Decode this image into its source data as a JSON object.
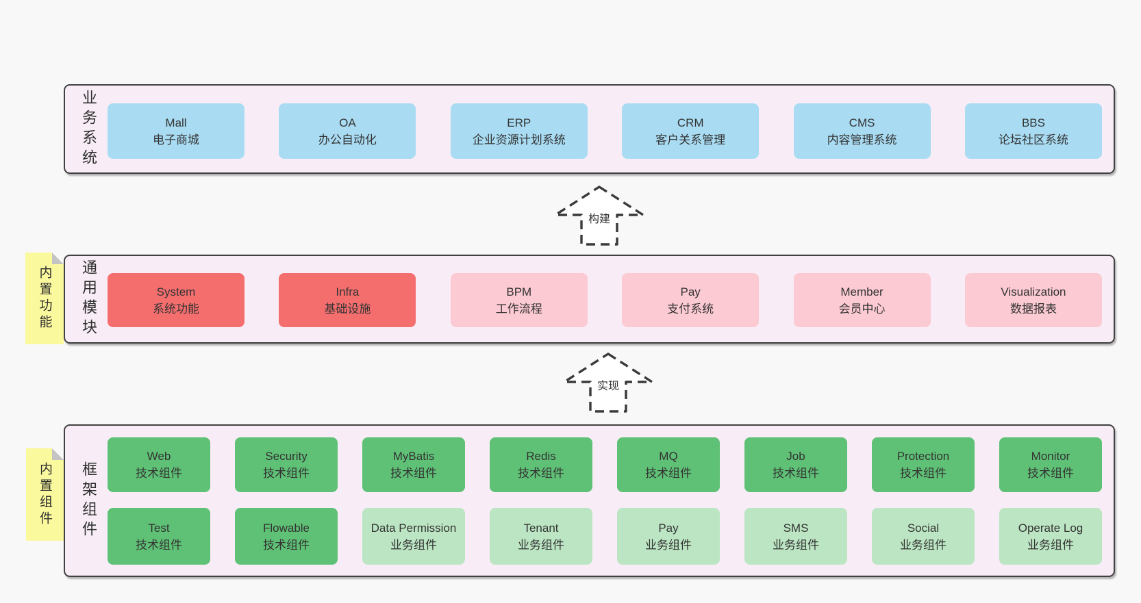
{
  "colors": {
    "page_bg": "#f8f8f8",
    "container_bg": "#f8edf6",
    "container_border": "#404040",
    "box_blue": "#a9dcf3",
    "box_red": "#f56e6e",
    "box_pink": "#fccad3",
    "box_green_dark": "#5fc176",
    "box_green_light": "#bce6c3",
    "sticky_yellow": "#fbf99e",
    "sticky_fold_gray": "#c4c4c4",
    "text": "#333333"
  },
  "arrows": [
    {
      "label": "构建"
    },
    {
      "label": "实现"
    }
  ],
  "layers": [
    {
      "label": "业务系统",
      "boxes": [
        {
          "title": "Mall",
          "subtitle": "电子商城"
        },
        {
          "title": "OA",
          "subtitle": "办公自动化"
        },
        {
          "title": "ERP",
          "subtitle": "企业资源计划系统"
        },
        {
          "title": "CRM",
          "subtitle": "客户关系管理"
        },
        {
          "title": "CMS",
          "subtitle": "内容管理系统"
        },
        {
          "title": "BBS",
          "subtitle": "论坛社区系统"
        }
      ]
    },
    {
      "label": "通用模块",
      "sticky": "内置功能",
      "boxes": [
        {
          "title": "System",
          "subtitle": "系统功能"
        },
        {
          "title": "Infra",
          "subtitle": "基础设施"
        },
        {
          "title": "BPM",
          "subtitle": "工作流程"
        },
        {
          "title": "Pay",
          "subtitle": "支付系统"
        },
        {
          "title": "Member",
          "subtitle": "会员中心"
        },
        {
          "title": "Visualization",
          "subtitle": "数据报表"
        }
      ]
    },
    {
      "label": "框架组件",
      "sticky": "内置组件",
      "rows": [
        [
          {
            "title": "Web",
            "subtitle": "技术组件"
          },
          {
            "title": "Security",
            "subtitle": "技术组件"
          },
          {
            "title": "MyBatis",
            "subtitle": "技术组件"
          },
          {
            "title": "Redis",
            "subtitle": "技术组件"
          },
          {
            "title": "MQ",
            "subtitle": "技术组件"
          },
          {
            "title": "Job",
            "subtitle": "技术组件"
          },
          {
            "title": "Protection",
            "subtitle": "技术组件"
          },
          {
            "title": "Monitor",
            "subtitle": "技术组件"
          }
        ],
        [
          {
            "title": "Test",
            "subtitle": "技术组件"
          },
          {
            "title": "Flowable",
            "subtitle": "技术组件"
          },
          {
            "title": "Data Permission",
            "subtitle": "业务组件"
          },
          {
            "title": "Tenant",
            "subtitle": "业务组件"
          },
          {
            "title": "Pay",
            "subtitle": "业务组件"
          },
          {
            "title": "SMS",
            "subtitle": "业务组件"
          },
          {
            "title": "Social",
            "subtitle": "业务组件"
          },
          {
            "title": "Operate Log",
            "subtitle": "业务组件"
          }
        ]
      ]
    }
  ]
}
